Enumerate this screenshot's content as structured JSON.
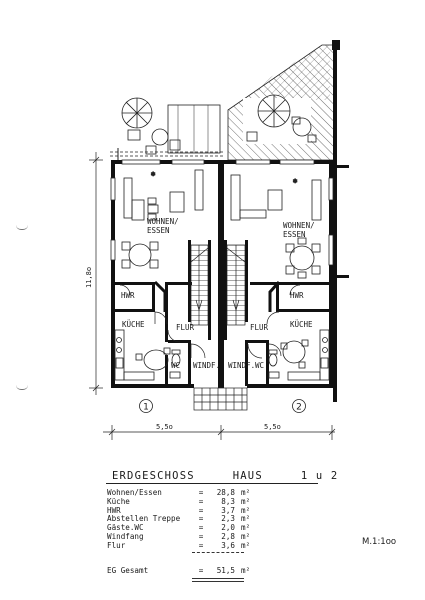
{
  "plan": {
    "units": [
      {
        "number": "1",
        "rooms": {
          "living": [
            "WOHNEN/",
            "ESSEN"
          ],
          "hwr": "HWR",
          "kitchen": "KÜCHE",
          "hall": "FLUR",
          "wc": "WC",
          "windfang": "WINDF."
        }
      },
      {
        "number": "2",
        "rooms": {
          "living": [
            "WOHNEN/",
            "ESSEN"
          ],
          "hwr": "HWR",
          "kitchen": "KÜCHE",
          "hall": "FLUR",
          "wc": "WC",
          "windfang": "WINDF."
        }
      }
    ],
    "dimensions": {
      "width_left": "5,5o",
      "width_right": "5,5o",
      "depth": "11,8o"
    }
  },
  "schedule": {
    "title_parts": [
      "ERDGESCHOSS",
      "HAUS",
      "1 u 2"
    ],
    "unit": "m²",
    "rows": [
      {
        "name": "Wohnen/Essen",
        "value": "28,8"
      },
      {
        "name": "Küche",
        "value": "8,3"
      },
      {
        "name": "HWR",
        "value": "3,7"
      },
      {
        "name": "Abstellen Treppe",
        "value": "2,3"
      },
      {
        "name": "Gäste.WC",
        "value": "2,0"
      },
      {
        "name": "Windfang",
        "value": "2,8"
      },
      {
        "name": "Flur",
        "value": "3,6"
      }
    ],
    "total": {
      "name": "EG Gesamt",
      "value": "51,5"
    }
  },
  "scale": "M.1:1oo"
}
